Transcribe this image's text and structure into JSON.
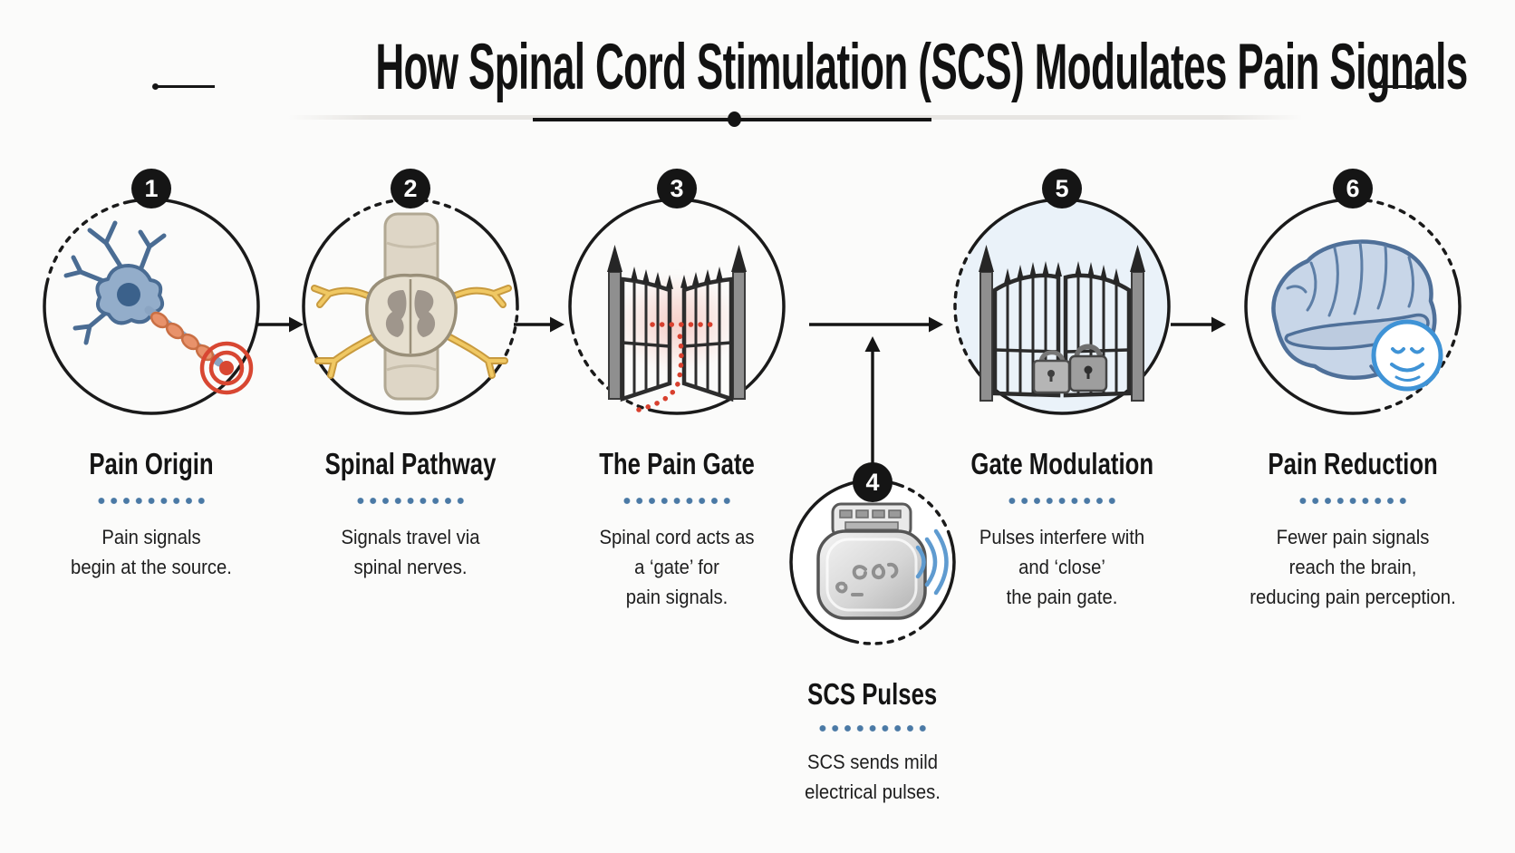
{
  "title": {
    "text": "How Spinal Cord Stimulation (SCS) Modulates Pain Signals"
  },
  "palette": {
    "background": "#fbfbfa",
    "badge_bg": "#151515",
    "badge_text": "#ffffff",
    "dot_divider": "#4a79a5",
    "pain_red": "#d8402e",
    "pulse_blue": "#5f9bd0",
    "neuron_blue": "#93adca",
    "nerve_yellow": "#f0c863",
    "gate_iron": "#2d2d2d",
    "modulation_tint": "#eaf2f9"
  },
  "steps": [
    {
      "number": "1",
      "title": "Pain Origin",
      "description": "Pain signals\nbegin at the source.",
      "icon": "neuron-pain-icon"
    },
    {
      "number": "2",
      "title": "Spinal Pathway",
      "description": "Signals travel via\nspinal nerves.",
      "icon": "spinal-cord-icon"
    },
    {
      "number": "3",
      "title": "The Pain Gate",
      "description": "Spinal cord acts as\na ‘gate’ for\npain signals.",
      "icon": "open-gate-icon"
    },
    {
      "number": "4",
      "title": "SCS Pulses",
      "description": "SCS sends mild\nelectrical pulses.",
      "icon": "scs-pulse-generator-icon"
    },
    {
      "number": "5",
      "title": "Gate Modulation",
      "description": "Pulses interfere with\nand ‘close’\nthe pain gate.",
      "icon": "locked-gate-icon"
    },
    {
      "number": "6",
      "title": "Pain Reduction",
      "description": "Fewer pain signals\nreach the brain,\nreducing pain perception.",
      "icon": "calm-brain-icon"
    }
  ]
}
